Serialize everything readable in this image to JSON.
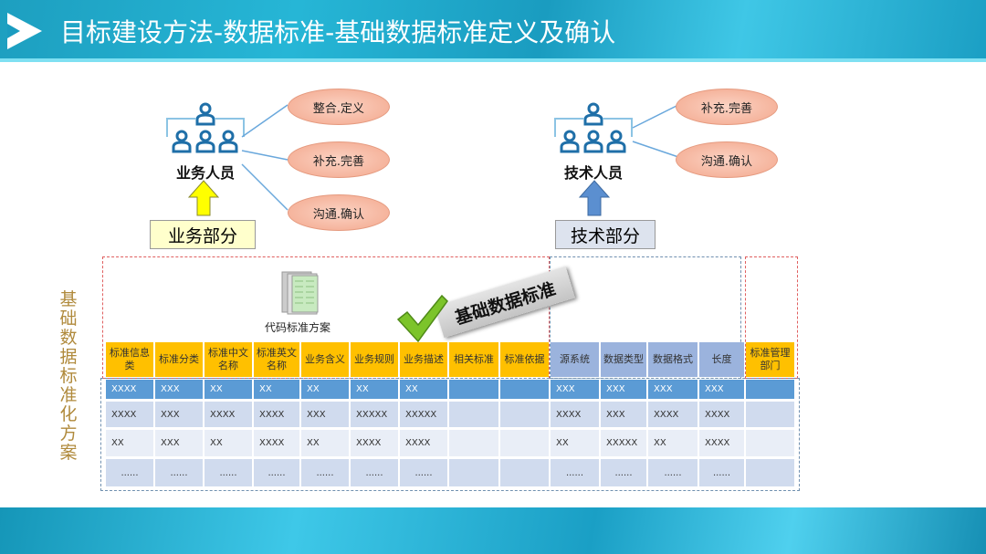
{
  "title": "目标建设方法-数据标准-基础数据标准定义及确认",
  "business": {
    "people_label": "业务人员",
    "part_label": "业务部分",
    "actions": [
      "整合.定义",
      "补充.完善",
      "沟通.确认"
    ]
  },
  "technical": {
    "people_label": "技术人员",
    "part_label": "技术部分",
    "actions": [
      "补充.完善",
      "沟通.确认"
    ]
  },
  "side_label": "基础数据标准化方案",
  "doc_label": "代码标准方案",
  "stamp_label": "基础数据标准",
  "table": {
    "headers": [
      "标准信息类",
      "标准分类",
      "标准中文名称",
      "标准英文名称",
      "业务含义",
      "业务规则",
      "业务描述",
      "相关标准",
      "标准依据",
      "源系统",
      "数据类型",
      "数据格式",
      "长度",
      "标准管理部门"
    ],
    "rows": [
      [
        "XXXX",
        "XXX",
        "XX",
        "XX",
        "XX",
        "XX",
        "XX",
        "",
        "",
        "XXX",
        "XXX",
        "XXX",
        "XXX",
        ""
      ],
      [
        "XXXX",
        "XXX",
        "XXXX",
        "XXXX",
        "XXX",
        "XXXXX",
        "XXXXX",
        "",
        "",
        "XXXX",
        "XXX",
        "XXXX",
        "XXXX",
        ""
      ],
      [
        "XX",
        "XXX",
        "XX",
        "XXXX",
        "XX",
        "XXXX",
        "XXXX",
        "",
        "",
        "XX",
        "XXXXX",
        "XX",
        "XXXX",
        ""
      ],
      [
        "......",
        "......",
        "......",
        "......",
        "......",
        "......",
        "......",
        "",
        "",
        "......",
        "......",
        "......",
        "......",
        ""
      ]
    ]
  }
}
